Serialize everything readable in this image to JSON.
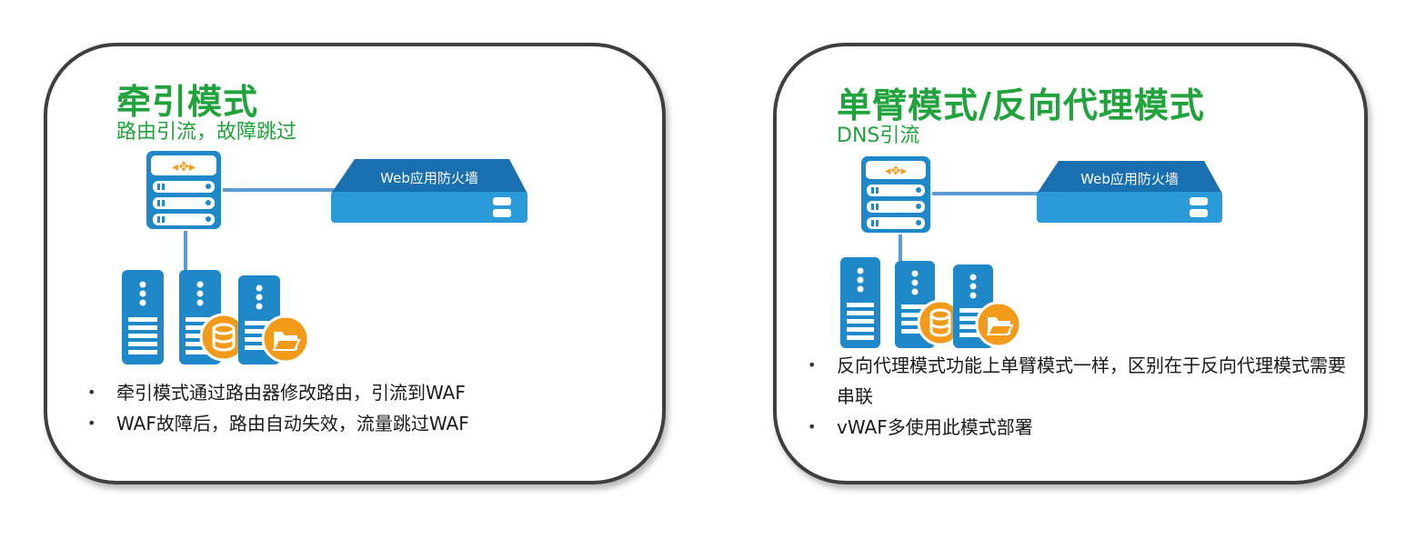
{
  "panels": [
    {
      "title": "牵引模式",
      "subtitle": "路由引流，故障跳过",
      "waf_label": "Web应用防火墙",
      "bullets": [
        "牵引模式通过路由器修改路由，引流到WAF",
        "WAF故障后，路由自动失效，流量跳过WAF"
      ]
    },
    {
      "title": "单臂模式/反向代理模式",
      "subtitle": "DNS引流",
      "waf_label": "Web应用防火墙",
      "bullets": [
        "反向代理模式功能上单臂模式一样，区别在于反向代理模式需要串联",
        "vWAF多使用此模式部署"
      ]
    }
  ],
  "colors": {
    "title_green": "#1fa33a",
    "device_blue": "#1e88c8",
    "icon_orange": "#f29b1b",
    "link_line": "#5b9bd5"
  },
  "icons": [
    "router-icon",
    "waf-appliance-icon",
    "server-icon",
    "database-icon",
    "folder-icon"
  ]
}
